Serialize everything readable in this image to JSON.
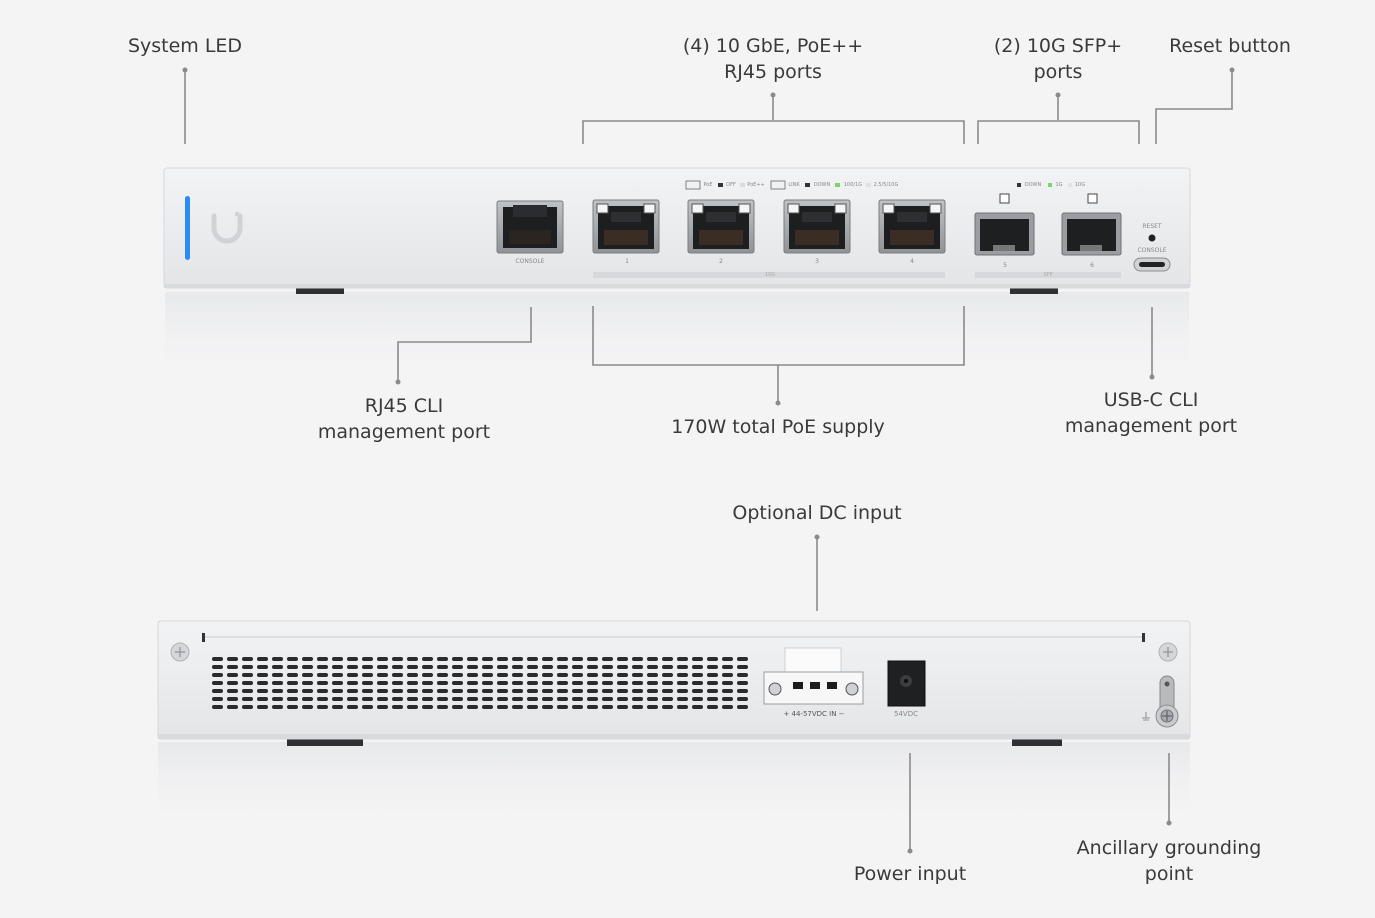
{
  "callouts": {
    "system_led": "System LED",
    "rj45_ports_line1": "(4) 10 GbE, PoE++",
    "rj45_ports_line2": "RJ45 ports",
    "sfp_ports_line1": "(2) 10G SFP+",
    "sfp_ports_line2": "ports",
    "reset_button": "Reset button",
    "rj45_cli_line1": "RJ45 CLI",
    "rj45_cli_line2": "management port",
    "poe_supply": "170W total PoE supply",
    "usbc_cli_line1": "USB-C CLI",
    "usbc_cli_line2": "management port",
    "dc_input": "Optional DC input",
    "power_input": "Power input",
    "grounding_line1": "Ancillary grounding",
    "grounding_line2": "point"
  },
  "device_labels": {
    "console": "CONSOLE",
    "reset": "RESET",
    "usb_console": "CONSOLE",
    "port_1": "1",
    "port_2": "2",
    "port_3": "3",
    "port_4": "4",
    "sfp_5": "5",
    "sfp_6": "6",
    "group_10g": "10G",
    "group_sfp": "SFP",
    "dc_terminal": "+ 44-57VDC IN −",
    "barrel_jack": "54VDC",
    "legend_poe": "PoE",
    "legend_off": "OFF",
    "legend_poepp": "PoE++",
    "legend_link": "LINK",
    "legend_down": "DOWN",
    "legend_100_1g": "100/1G",
    "legend_25_5_10g": "2.5/5/10G",
    "sfp_legend_down": "DOWN",
    "sfp_legend_1g": "1G",
    "sfp_legend_10g": "10G"
  },
  "colors": {
    "background": "#f4f4f5",
    "chassis": "#e9eaec",
    "led": "#2d8cf0",
    "leader": "#8a8a8a"
  }
}
